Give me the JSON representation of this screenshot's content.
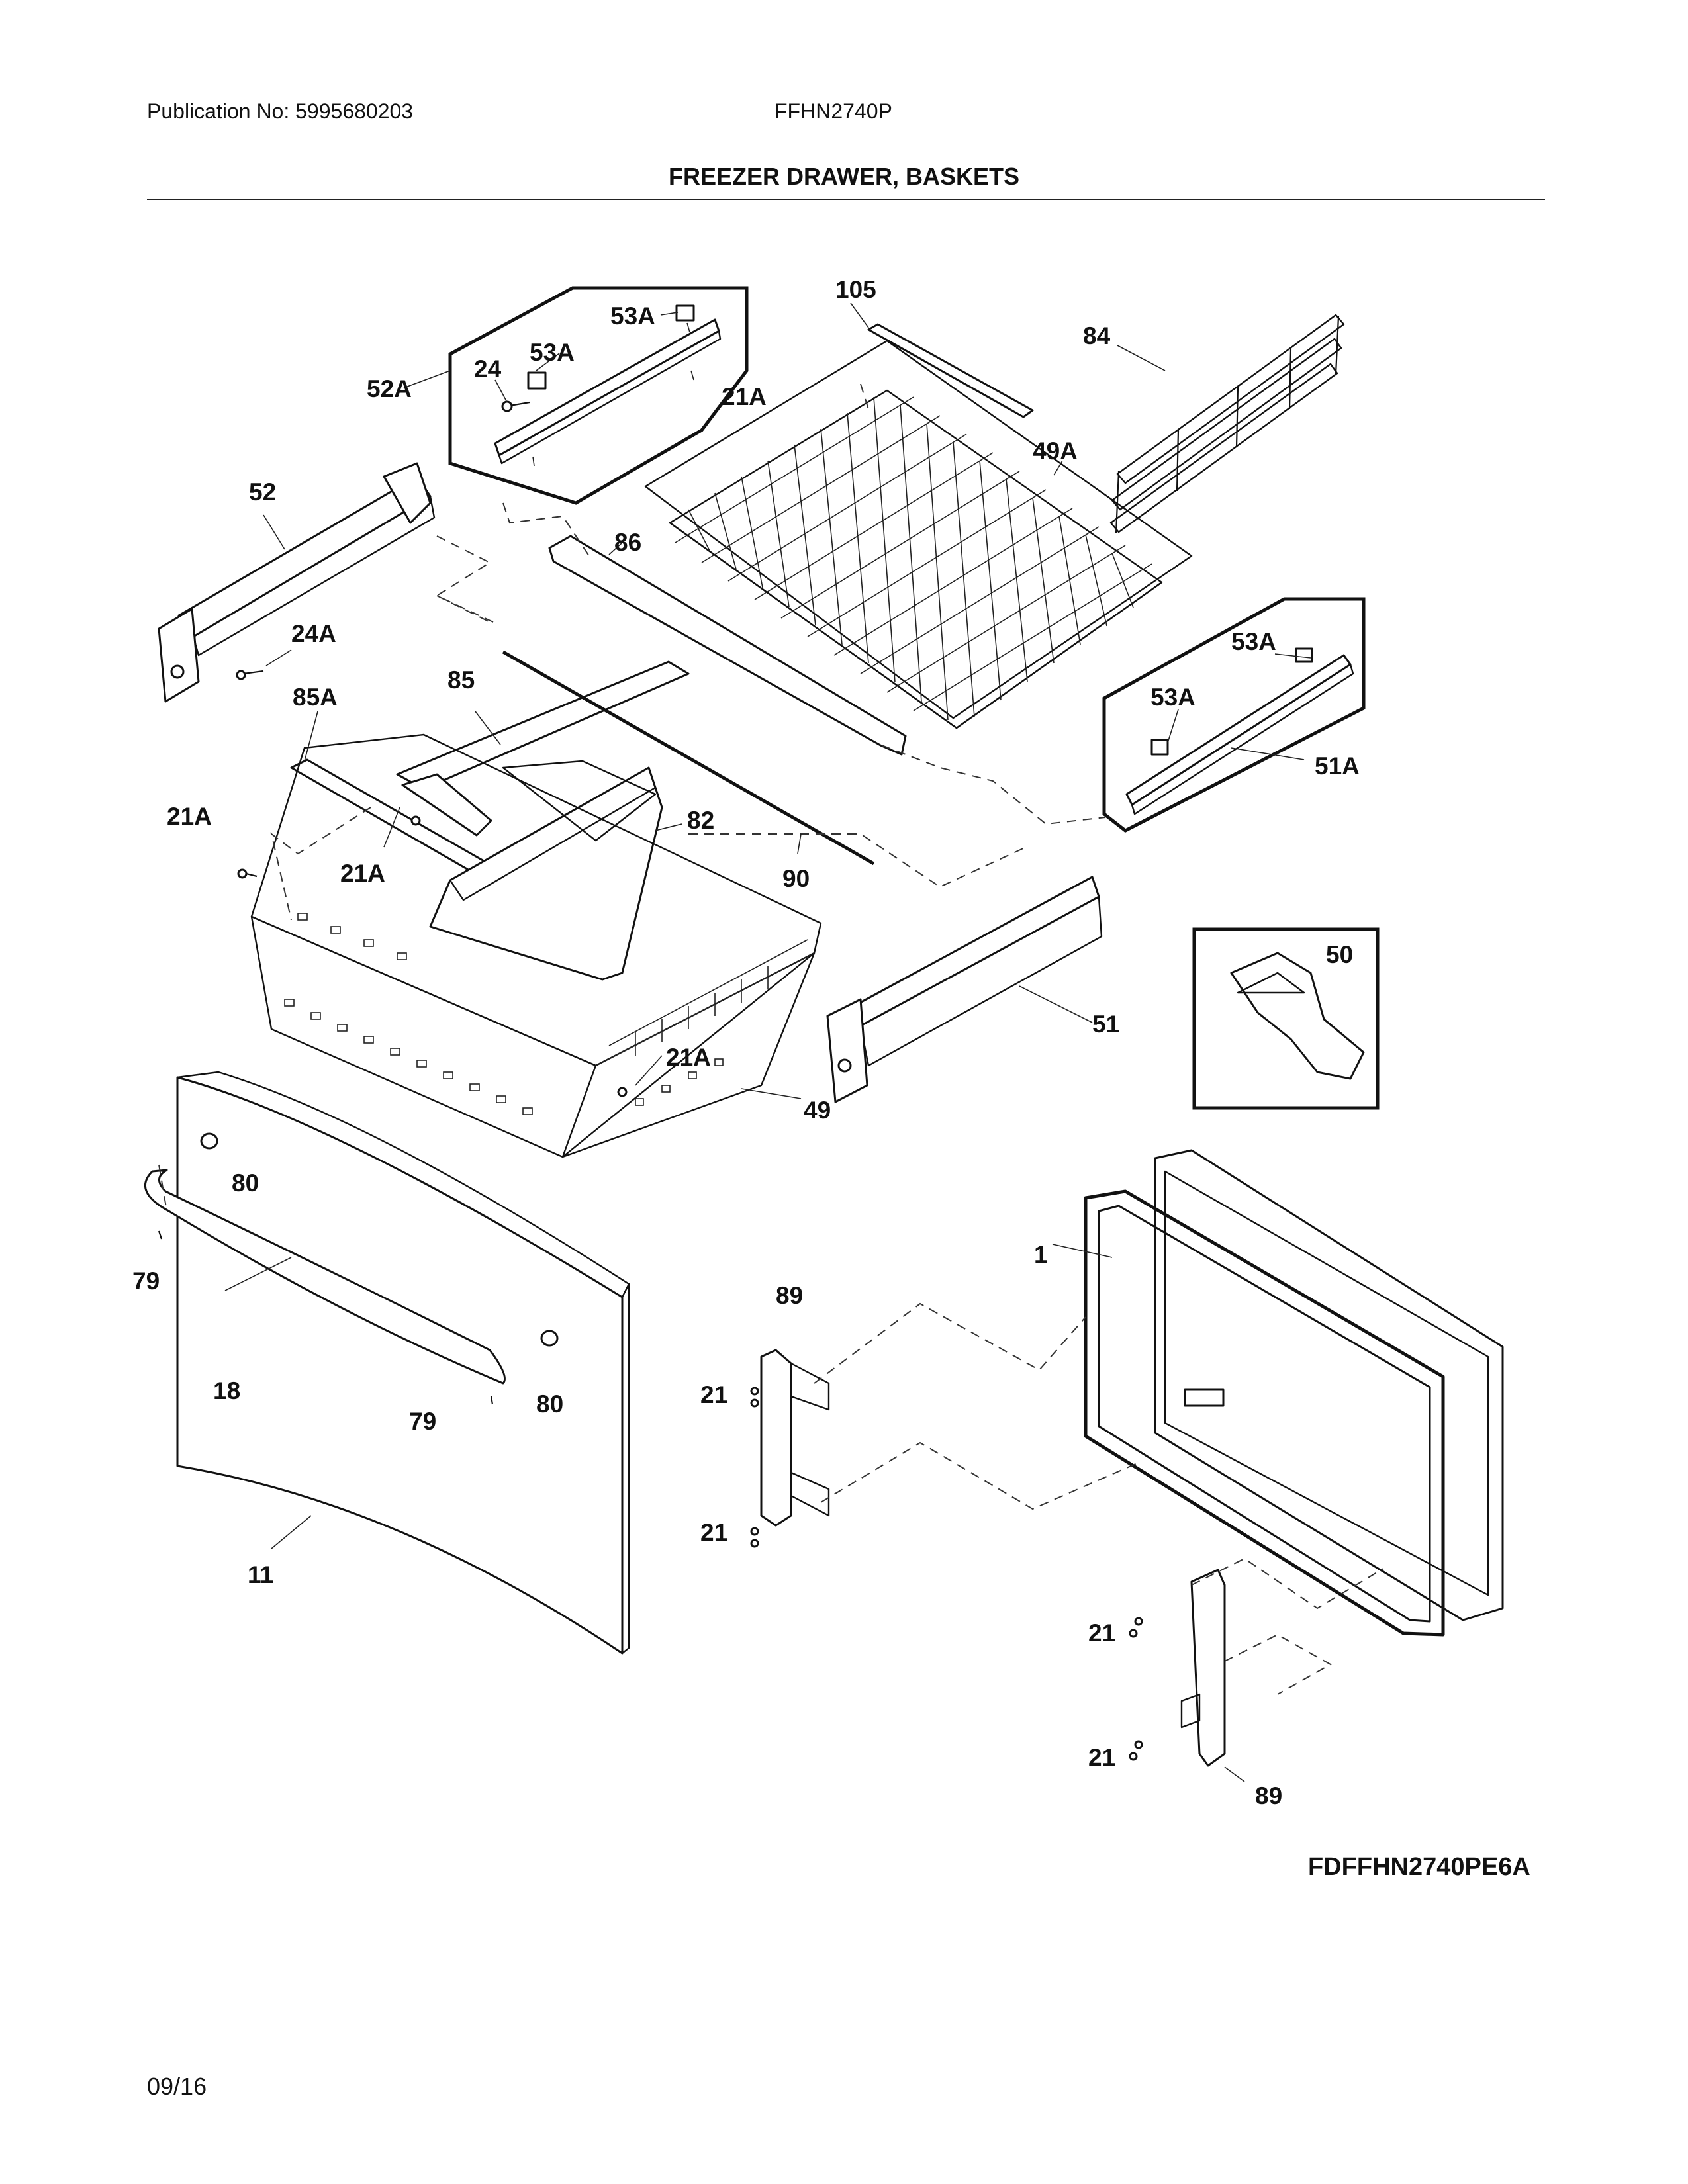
{
  "header": {
    "publication": "Publication No: 5995680203",
    "model": "FFHN2740P",
    "title": "FREEZER DRAWER, BASKETS"
  },
  "footer": {
    "drawing_code": "FDFFHN2740PE6A",
    "date": "09/16"
  },
  "callouts": {
    "c105": "105",
    "c84": "84",
    "c49A": "49A",
    "c53A_a": "53A",
    "c53A_b": "53A",
    "c24": "24",
    "c52A": "52A",
    "c21A_a": "21A",
    "c52": "52",
    "c86": "86",
    "c24A": "24A",
    "c53A_c": "53A",
    "c53A_d": "53A",
    "c51A": "51A",
    "c85A": "85A",
    "c85": "85",
    "c21A_b": "21A",
    "c82": "82",
    "c21A_c": "21A",
    "c90": "90",
    "c50": "50",
    "c51": "51",
    "c21A_d": "21A",
    "c49": "49",
    "c80_a": "80",
    "c79_a": "79",
    "c18": "18",
    "c79_b": "79",
    "c80_b": "80",
    "c11": "11",
    "c89_a": "89",
    "c21_a": "21",
    "c21_b": "21",
    "c1": "1",
    "c21_c": "21",
    "c21_d": "21",
    "c89_b": "89"
  }
}
